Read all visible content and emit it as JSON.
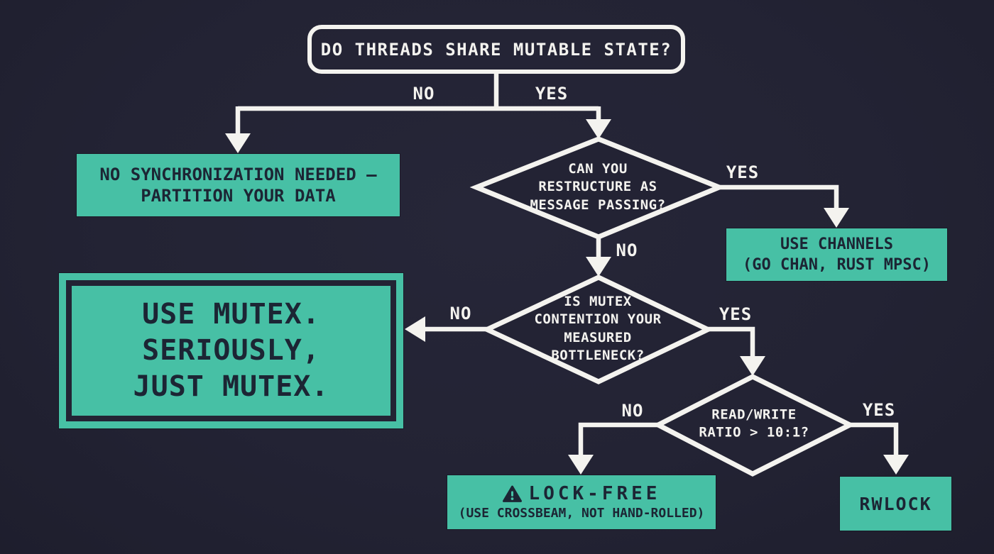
{
  "palette": {
    "background": "#232334",
    "line": "#f4f3ef",
    "node_fill": "#47c0a5",
    "node_text": "#1c2534"
  },
  "flowchart": {
    "root": {
      "question": "DO THREADS SHARE MUTABLE STATE?",
      "no_label": "NO",
      "yes_label": "YES"
    },
    "no_sync_box": {
      "label": "NO SYNCHRONIZATION NEEDED –\nPARTITION YOUR DATA"
    },
    "message_passing_diamond": {
      "question": "CAN YOU\nRESTRUCTURE AS\nMESSAGE PASSING?",
      "yes_label": "YES",
      "no_label": "NO"
    },
    "channels_box": {
      "label": "USE CHANNELS\n(GO CHAN, RUST MPSC)"
    },
    "contention_diamond": {
      "question": "IS MUTEX\nCONTENTION YOUR\nMEASURED\nBOTTLENECK?",
      "no_label": "NO",
      "yes_label": "YES"
    },
    "mutex_box": {
      "label": "USE MUTEX.\nSERIOUSLY,\nJUST MUTEX."
    },
    "ratio_diamond": {
      "question": "READ/WRITE\nRATIO > 10:1?",
      "no_label": "NO",
      "yes_label": "YES"
    },
    "lock_free_box": {
      "icon": "warning-triangle",
      "title": "LOCK-FREE",
      "subtitle": "(USE CROSSBEAM, NOT HAND-ROLLED)"
    },
    "rwlock_box": {
      "label": "RWLOCK"
    }
  }
}
